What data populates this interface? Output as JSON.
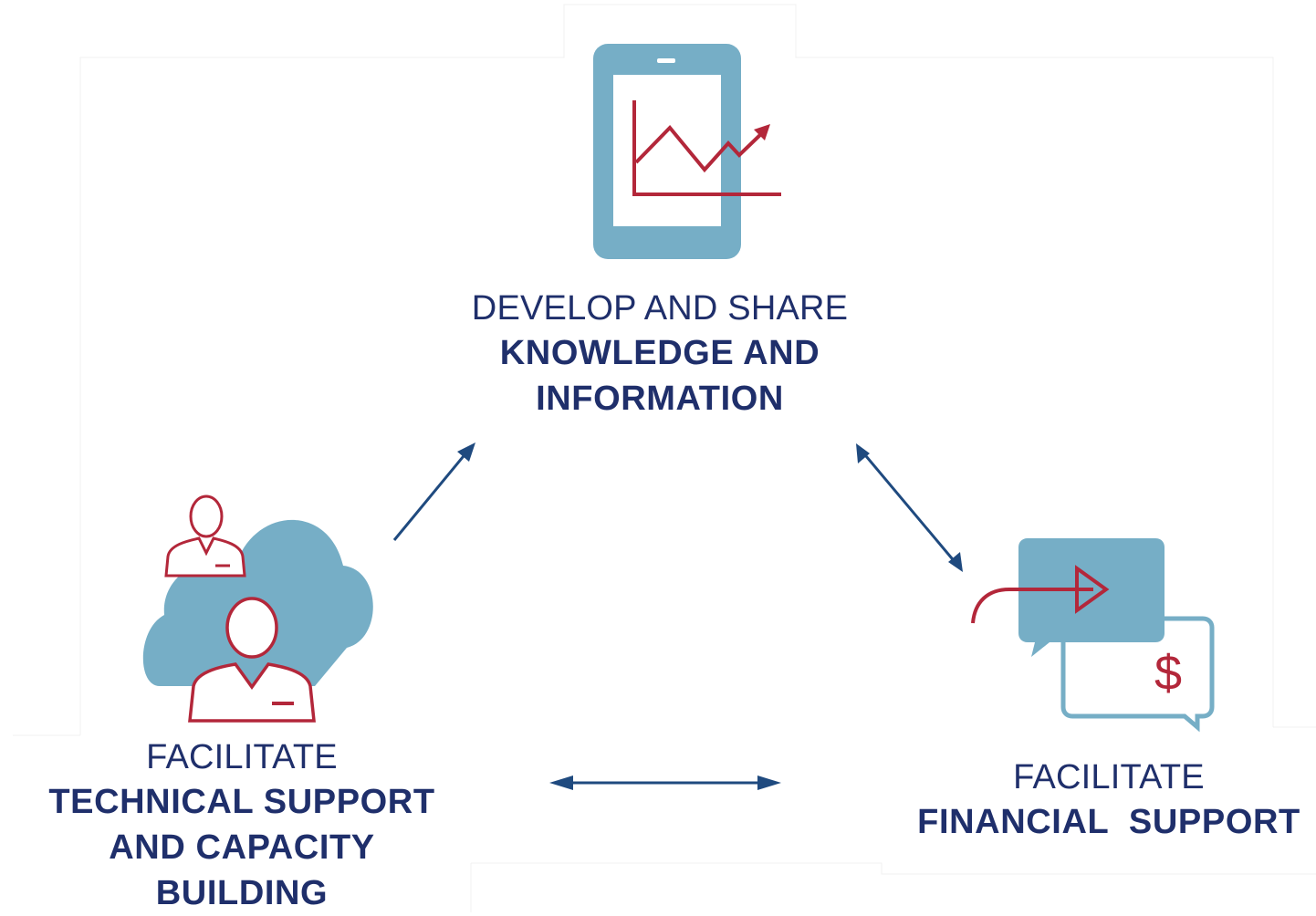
{
  "nodes": {
    "knowledge": {
      "verb": "DEVELOP AND SHARE",
      "line1": "KNOWLEDGE AND",
      "line2": "INFORMATION",
      "icon": "tablet-chart-icon"
    },
    "technical": {
      "verb": "FACILITATE",
      "line1": "TECHNICAL SUPPORT",
      "line2": "AND CAPACITY",
      "line3": "BUILDING",
      "icon": "cloud-people-icon"
    },
    "financial": {
      "verb": "FACILITATE",
      "line1": "FINANCIAL  SUPPORT",
      "icon": "chat-dollar-icon"
    }
  },
  "colors": {
    "text": "#1f2f6b",
    "icon_blue": "#76aec6",
    "icon_red": "#b3273a",
    "arrow": "#1f4a7f"
  }
}
